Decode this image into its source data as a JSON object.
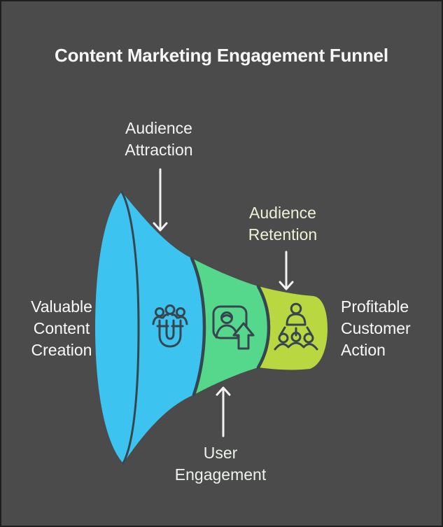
{
  "title": "Content Marketing Engagement Funnel",
  "labels": {
    "attraction": "Audience\nAttraction",
    "retention": "Audience\nRetention",
    "creation": "Valuable\nContent\nCreation",
    "action": "Profitable\nCustomer\nAction",
    "engagement": "User\nEngagement"
  },
  "stages": [
    {
      "label": "Valuable Content Creation",
      "icon": "magnet-attracting-audience-icon",
      "color": "#3cc3f0"
    },
    {
      "label": "User Engagement",
      "icon": "profile-level-up-icon",
      "color": "#55d78c"
    },
    {
      "label": "Profitable Customer Action",
      "icon": "presenter-broadcast-audience-icon",
      "color": "#b9d741"
    }
  ],
  "colors": {
    "background": "#4b4b4b",
    "border": "#1f1f1f",
    "blue": "#3cc3f0",
    "green": "#55d78c",
    "lime": "#b9d741",
    "outline": "#37464e",
    "arrow": "#f2f2f2",
    "title_text": "#f7f7f7",
    "label_text": "#f4f4f4",
    "retention_label_text": "#eef0d8"
  }
}
